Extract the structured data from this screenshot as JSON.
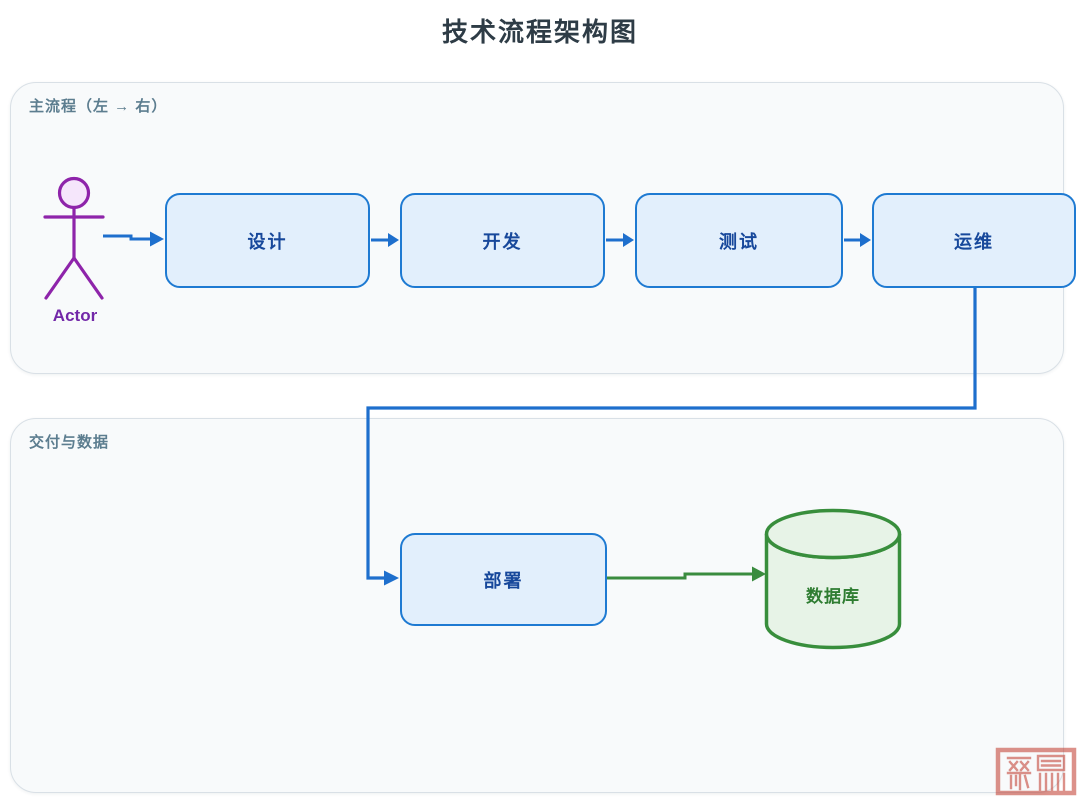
{
  "title": "技术流程架构图",
  "lanes": [
    {
      "id": "main-flow",
      "label": "主流程（左 → 右）"
    },
    {
      "id": "delivery-data",
      "label": "交付与数据"
    }
  ],
  "actor": {
    "label": "Actor"
  },
  "nodes": [
    {
      "id": "design",
      "label": "设计",
      "shape": "rounded-rect",
      "lane": "main-flow"
    },
    {
      "id": "develop",
      "label": "开发",
      "shape": "rounded-rect",
      "lane": "main-flow"
    },
    {
      "id": "test",
      "label": "测试",
      "shape": "rounded-rect",
      "lane": "main-flow"
    },
    {
      "id": "ops",
      "label": "运维",
      "shape": "rounded-rect",
      "lane": "main-flow"
    },
    {
      "id": "deploy",
      "label": "部署",
      "shape": "rounded-rect",
      "lane": "delivery-data"
    },
    {
      "id": "database",
      "label": "数据库",
      "shape": "cylinder",
      "lane": "delivery-data"
    }
  ],
  "edges": [
    {
      "from": "actor",
      "to": "design",
      "color": "blue"
    },
    {
      "from": "design",
      "to": "develop",
      "color": "blue"
    },
    {
      "from": "develop",
      "to": "test",
      "color": "blue"
    },
    {
      "from": "test",
      "to": "ops",
      "color": "blue"
    },
    {
      "from": "ops",
      "to": "deploy",
      "color": "blue"
    },
    {
      "from": "deploy",
      "to": "database",
      "color": "green"
    }
  ],
  "watermark": {
    "type": "red-seal-stamp"
  },
  "palette": {
    "title-color": "#2e3c46",
    "lane-bg": "#f8fafb",
    "lane-border": "#d9e0e6",
    "lane-label": "#5c7d8f",
    "node-fill": "#e2effc",
    "node-border": "#1e7ad2",
    "node-text": "#17489b",
    "connector-blue": "#1e6fcd",
    "connector-green": "#3a8c3f",
    "actor-purple": "#8e24aa",
    "actor-head-fill": "#f5e6fb",
    "actor-label": "#7227a8",
    "db-fill": "#e7f3e7",
    "db-border": "#388e3c",
    "db-text": "#2f7d32",
    "seal-red": "#c0392b"
  }
}
